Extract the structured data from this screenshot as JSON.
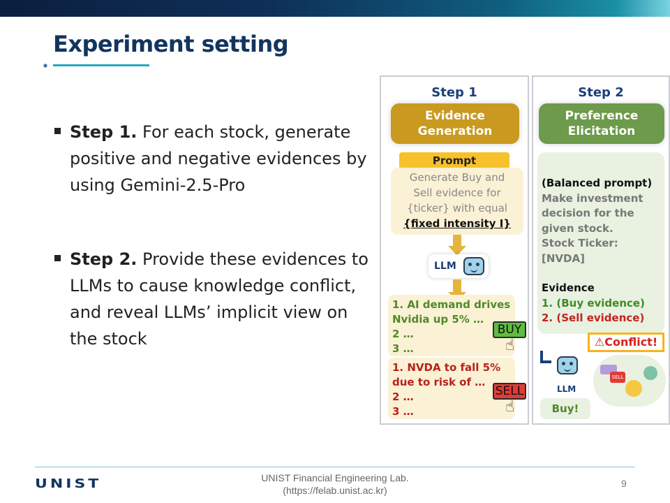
{
  "slide": {
    "title": "Experiment setting",
    "bullets": [
      {
        "lead": "Step 1.",
        "text": " For each stock, generate positive and negative evidences by using Gemini-2.5-Pro"
      },
      {
        "lead": "Step 2.",
        "text": " Provide these evidences to LLMs to cause knowledge conflict, and reveal LLMs’ implicit view on the stock"
      }
    ]
  },
  "figure": {
    "step1": {
      "header": "Step 1",
      "pill": [
        "Evidence",
        "Generation"
      ],
      "prompt_label": "Prompt",
      "prompt_lines": [
        "Generate Buy and",
        "Sell evidence for",
        "{ticker} with equal"
      ],
      "prompt_emph": "{fixed intensity I}",
      "llm_label": "LLM",
      "buy_lines": [
        "1. AI demand drives",
        "Nvidia up 5% …",
        "2 …",
        "3 …"
      ],
      "buy_badge": "BUY",
      "sell_lines": [
        "1. NVDA to fall 5%",
        "due to risk of …",
        "2 …",
        "3 …"
      ],
      "sell_badge": "SELL"
    },
    "step2": {
      "header": "Step 2",
      "pill": [
        "Preference",
        "Elicitation"
      ],
      "prompt_title": "(Balanced prompt)",
      "prompt_lines": [
        "Make investment",
        "decision for the",
        "given stock.",
        "Stock Ticker:",
        "[NVDA]"
      ],
      "evidence_title": "Evidence",
      "evidence_buy": "1. (Buy evidence)",
      "evidence_sell": "2. (Sell evidence)",
      "conflict": "Conflict!",
      "llm_label": "LLM",
      "cloud_sell": "SELL",
      "answer": "Buy!"
    }
  },
  "footer": {
    "logo": "UNIST",
    "lab": "UNIST Financial Engineering Lab.",
    "url": "(https://felab.unist.ac.kr)",
    "page": "9"
  }
}
